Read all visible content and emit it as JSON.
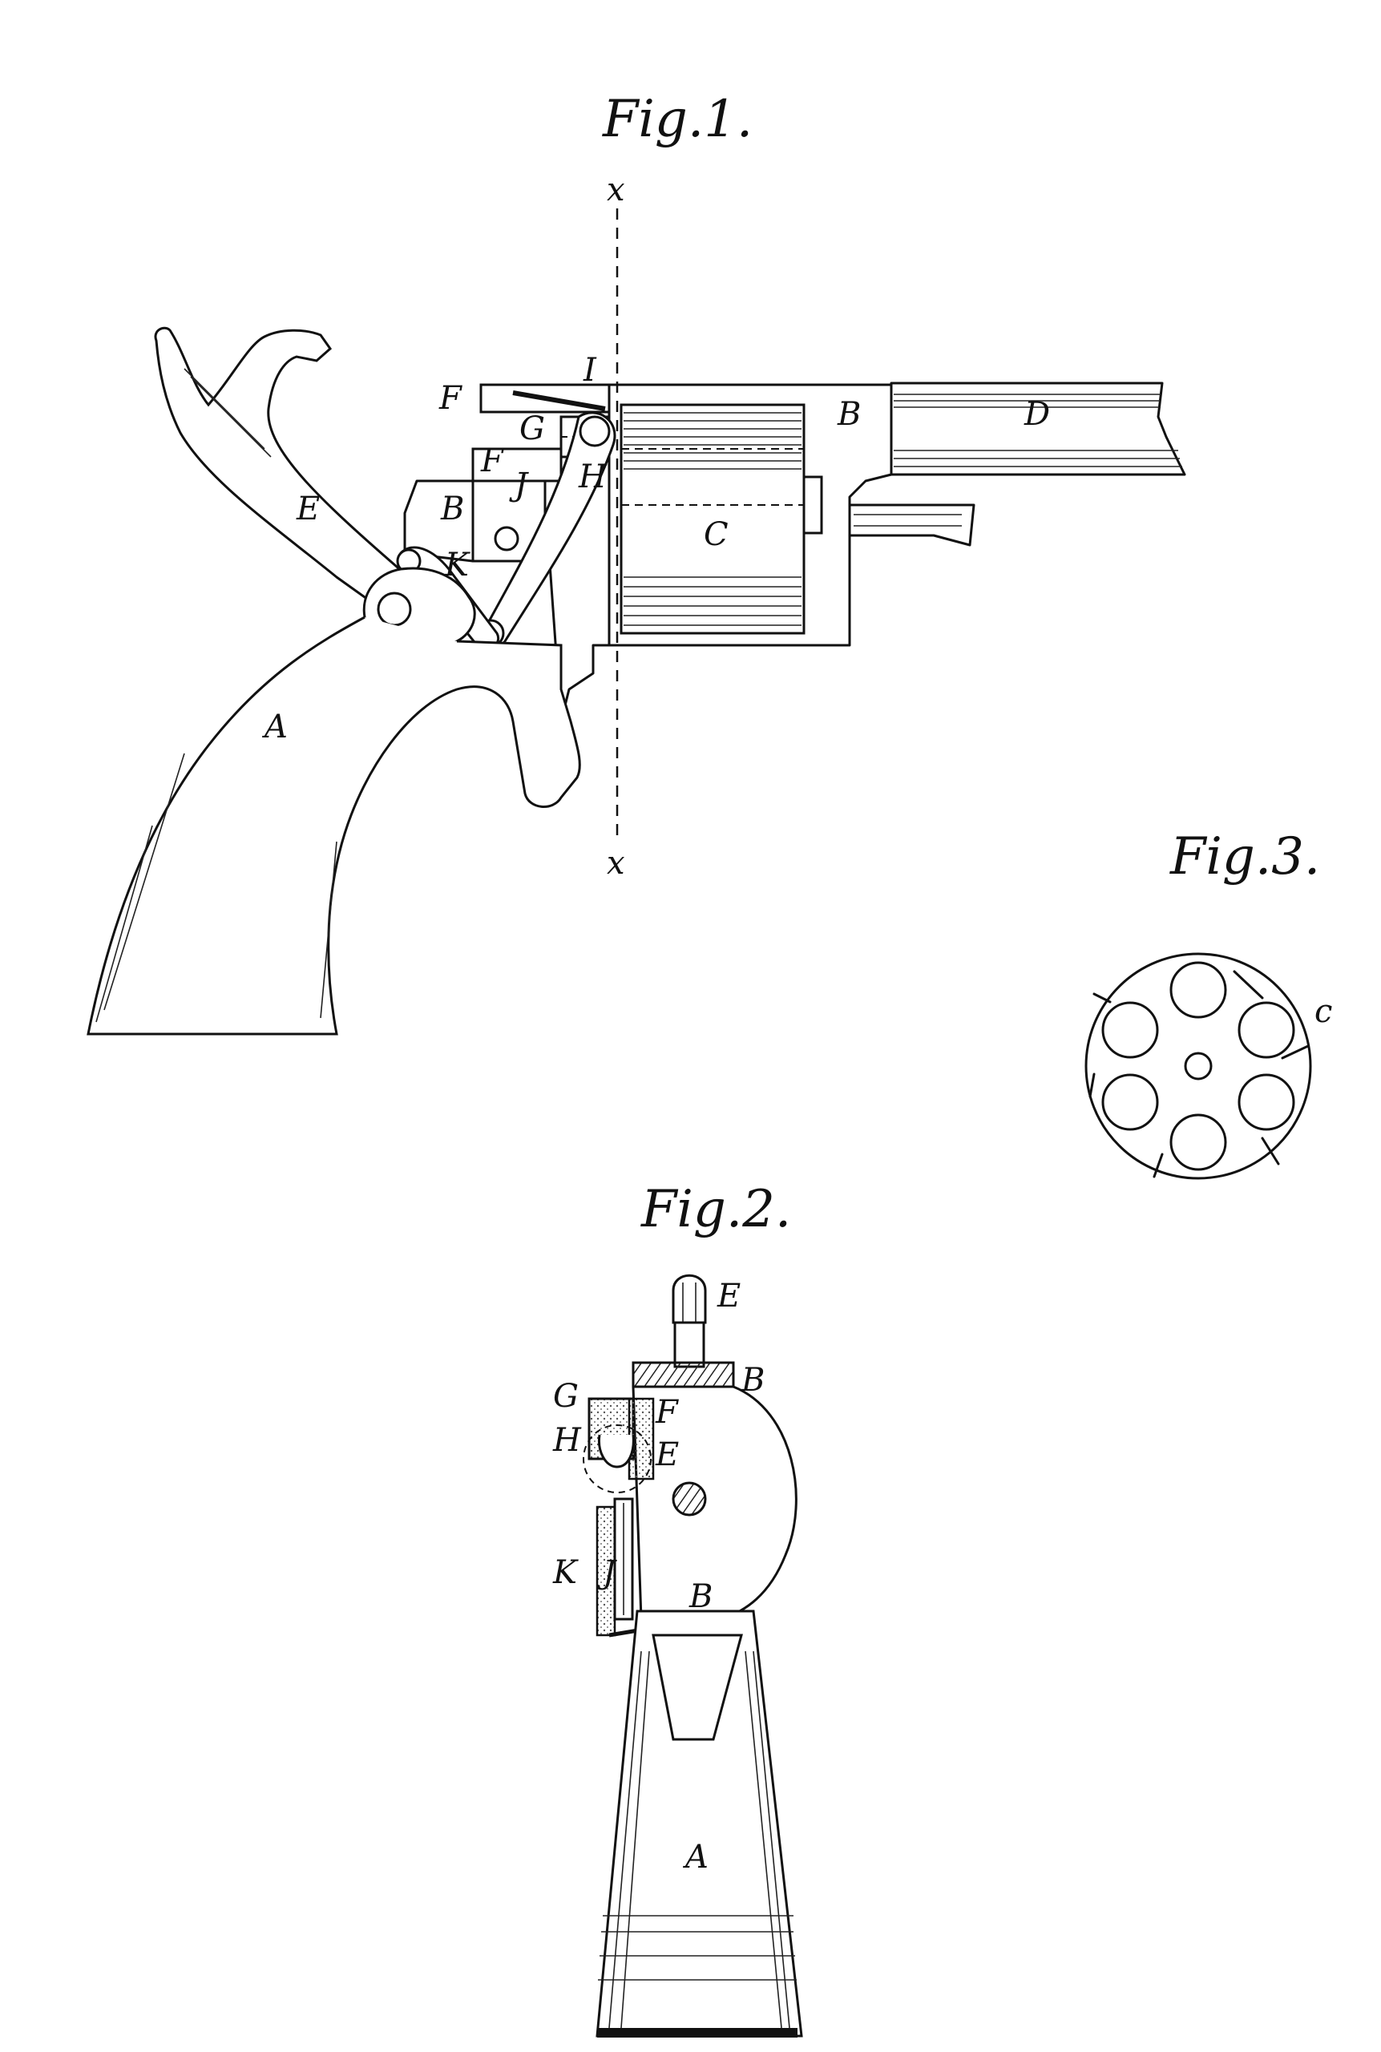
{
  "figures": {
    "fig1": {
      "title": "Fig.1.",
      "labels": {
        "x_top": "x",
        "x_bottom": "x",
        "F1": "F",
        "I": "I",
        "G": "G",
        "B1": "B",
        "D": "D",
        "F2": "F",
        "J": "J",
        "H": "H",
        "B2": "B",
        "C": "C",
        "E": "E",
        "K": "K",
        "A": "A"
      }
    },
    "fig2": {
      "title": "Fig.2.",
      "labels": {
        "E1": "E",
        "B1": "B",
        "G": "G",
        "F": "F",
        "H": "H",
        "E2": "E",
        "K": "K",
        "J": "J",
        "B2": "B",
        "A": "A"
      }
    },
    "fig3": {
      "title": "Fig.3.",
      "labels": {
        "c": "c"
      }
    }
  },
  "colors": {
    "ink": "#111111",
    "paper": "#ffffff"
  }
}
